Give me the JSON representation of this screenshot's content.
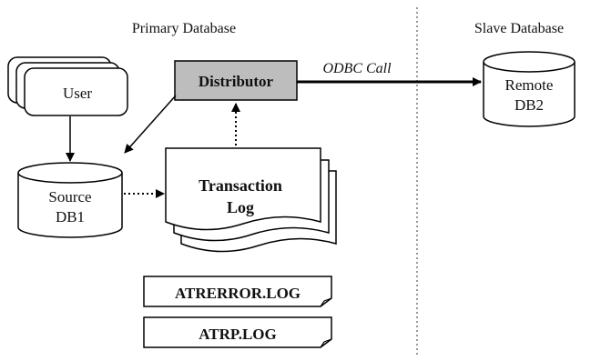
{
  "sections": {
    "primary": "Primary Database",
    "slave": "Slave Database"
  },
  "nodes": {
    "user": "User",
    "distributor": "Distributor",
    "source_line1": "Source",
    "source_line2": "DB1",
    "transaction_line1": "Transaction",
    "transaction_line2": "Log",
    "remote_line1": "Remote",
    "remote_line2": "DB2",
    "error_log": "ATRERROR.LOG",
    "rp_log": "ATRP.LOG"
  },
  "edges": {
    "odbc_label": "ODBC Call"
  },
  "colors": {
    "distributor_fill": "#bdbdbd",
    "stroke": "#000000",
    "divider": "#555555"
  }
}
